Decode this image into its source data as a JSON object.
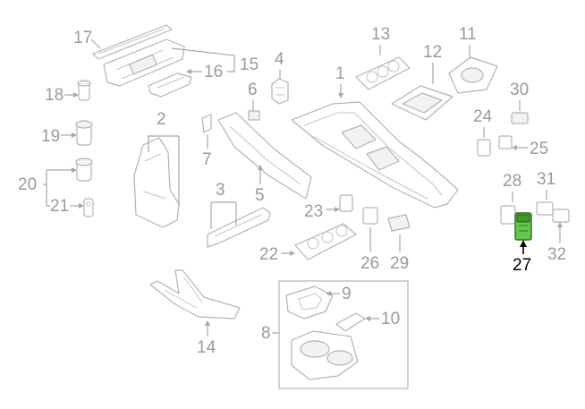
{
  "diagram": {
    "highlight_color": "#63c84a",
    "callouts": {
      "c1": "1",
      "c2": "2",
      "c3": "3",
      "c4": "4",
      "c5": "5",
      "c6": "6",
      "c7": "7",
      "c8": "8",
      "c9": "9",
      "c10": "10",
      "c11": "11",
      "c12": "12",
      "c13": "13",
      "c14": "14",
      "c15": "15",
      "c16": "16",
      "c17": "17",
      "c18": "18",
      "c19": "19",
      "c20": "20",
      "c21": "21",
      "c22": "22",
      "c23": "23",
      "c24": "24",
      "c25": "25",
      "c26": "26",
      "c27": "27",
      "c28": "28",
      "c29": "29",
      "c30": "30",
      "c31": "31",
      "c32": "32"
    }
  }
}
